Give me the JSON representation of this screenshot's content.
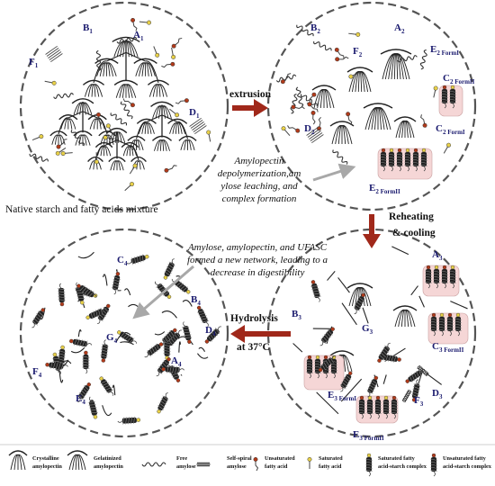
{
  "panels": [
    {
      "id": "native",
      "labels": [
        {
          "t": "B",
          "s": "1"
        },
        {
          "t": "A",
          "s": "1"
        },
        {
          "t": "F",
          "s": "1"
        },
        {
          "t": "D",
          "s": "1"
        }
      ]
    },
    {
      "id": "extruded",
      "labels": [
        {
          "t": "B",
          "s": "2"
        },
        {
          "t": "A",
          "s": "2"
        },
        {
          "t": "F",
          "s": "2"
        },
        {
          "t": "E",
          "s": "2 FormI"
        },
        {
          "t": "C",
          "s": "2 FormII"
        },
        {
          "t": "D",
          "s": "2"
        },
        {
          "t": "C",
          "s": "2 FormI"
        },
        {
          "t": "E",
          "s": "2 FormII"
        }
      ]
    },
    {
      "id": "digested",
      "labels": [
        {
          "t": "C",
          "s": "4"
        },
        {
          "t": "B",
          "s": "4"
        },
        {
          "t": "D",
          "s": "4"
        },
        {
          "t": "G",
          "s": "4"
        },
        {
          "t": "F",
          "s": "4"
        },
        {
          "t": "A",
          "s": "4"
        },
        {
          "t": "E",
          "s": "4"
        }
      ]
    },
    {
      "id": "reheated",
      "labels": [
        {
          "t": "A",
          "s": "3"
        },
        {
          "t": "B",
          "s": "3"
        },
        {
          "t": "G",
          "s": "3"
        },
        {
          "t": "C",
          "s": "3 FormII"
        },
        {
          "t": "D",
          "s": "3"
        },
        {
          "t": "E",
          "s": "3 FormI"
        },
        {
          "t": "F",
          "s": "3"
        },
        {
          "t": "E",
          "s": "3 FormII"
        }
      ]
    }
  ],
  "arrows": {
    "extrusion": "extrusion",
    "reheating_1": "Reheating",
    "reheating_2": "& cooling",
    "hydrolysis_1": "Hydrolysis",
    "hydrolysis_2": "at 37°C"
  },
  "notes": {
    "mechanism": [
      "Amylopectin",
      "depolymerization,am",
      "ylose leaching, and",
      "complex formation"
    ],
    "network": [
      "Amylose, amylopectin, and UFASC",
      "formed a new network, leading to a",
      "decrease in digestibility"
    ],
    "caption": "Native starch and fatty acids mixture"
  },
  "legend": [
    {
      "icon": "crystalline-amylopectin-icon",
      "lines": [
        "Crystalline",
        "amylopectin"
      ]
    },
    {
      "icon": "gelatinized-amylopectin-icon",
      "lines": [
        "Gelatinized",
        "amylopectin"
      ]
    },
    {
      "icon": "free-amylose-icon",
      "lines": [
        "Free",
        "amylose"
      ]
    },
    {
      "icon": "self-spiral-amylose-icon",
      "lines": [
        "Self-spiral",
        "amylose"
      ]
    },
    {
      "icon": "unsaturated-fatty-acid-icon",
      "lines": [
        "Unsaturated",
        "fatty acid"
      ]
    },
    {
      "icon": "saturated-fatty-acid-icon",
      "lines": [
        "Saturated",
        "fatty acid"
      ]
    },
    {
      "icon": "saturated-complex-icon",
      "lines": [
        "Saturated fatty",
        "acid-starch complex"
      ]
    },
    {
      "icon": "unsaturated-complex-icon",
      "lines": [
        "Unsaturated fatty",
        "acid-starch complex"
      ]
    }
  ],
  "colors": {
    "arrow": "#a0281a",
    "label": "#1a1a6e",
    "unsaturated_head": "#b03a1a",
    "saturated_head": "#e8d048",
    "complex_box": "#f5d6d6"
  }
}
